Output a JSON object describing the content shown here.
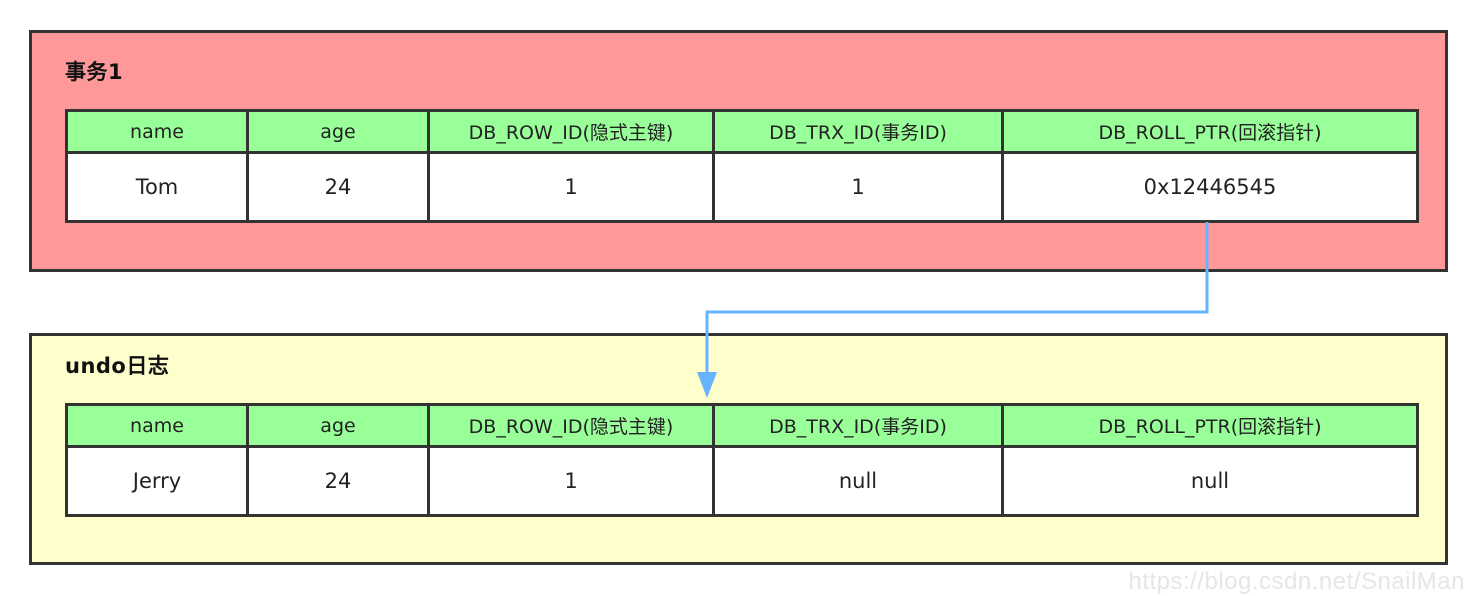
{
  "transaction": {
    "title": "事务1",
    "headers": [
      "name",
      "age",
      "DB_ROW_ID(隐式主键)",
      "DB_TRX_ID(事务ID)",
      "DB_ROLL_PTR(回滚指针)"
    ],
    "row": [
      "Tom",
      "24",
      "1",
      "1",
      "0x12446545"
    ]
  },
  "undo_log": {
    "title": "undo日志",
    "headers": [
      "name",
      "age",
      "DB_ROW_ID(隐式主键)",
      "DB_TRX_ID(事务ID)",
      "DB_ROLL_PTR(回滚指针)"
    ],
    "row": [
      "Jerry",
      "24",
      "1",
      "null",
      "null"
    ]
  },
  "watermark": "https://blog.csdn.net/SnailMan",
  "colors": {
    "transaction_bg": "#ff9999",
    "undo_bg": "#ffffcc",
    "header_bg": "#99ff99",
    "arrow": "#66b3ff",
    "border": "#333333"
  }
}
